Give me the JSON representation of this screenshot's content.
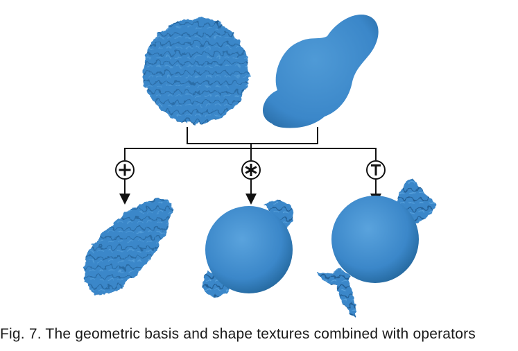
{
  "operators": [
    {
      "symbol": "+",
      "meaning": "plus"
    },
    {
      "symbol": "*",
      "meaning": "asterisk"
    },
    {
      "symbol": "T",
      "meaning": "T"
    }
  ],
  "caption": "Fig. 7. The geometric basis and shape textures combined with operators",
  "colors": {
    "shape": "#3b87c9",
    "shape_dark": "#1f5e96",
    "shape_light": "#5aa3dd",
    "line": "#111111",
    "background": "#ffffff"
  }
}
